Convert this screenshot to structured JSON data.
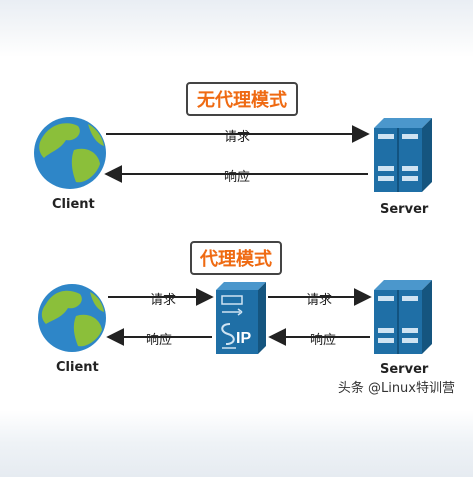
{
  "diagram": {
    "no_proxy": {
      "title": "无代理模式",
      "request_label": "请求",
      "response_label": "响应",
      "client_label": "Client",
      "server_label": "Server"
    },
    "proxy": {
      "title": "代理模式",
      "request_label_left": "请求",
      "request_label_right": "请求",
      "response_label_left": "响应",
      "response_label_right": "响应",
      "client_label": "Client",
      "server_label": "Server",
      "proxy_text": "IP"
    },
    "watermark": "头条 @Linux特训营"
  },
  "colors": {
    "title_orange": "#ef6a12",
    "server_blue": "#1f6fa6",
    "globe_ocean": "#2e86c8",
    "globe_land": "#8bbf3a"
  },
  "icons": [
    "globe-icon",
    "server-rack-icon",
    "proxy-server-icon"
  ]
}
